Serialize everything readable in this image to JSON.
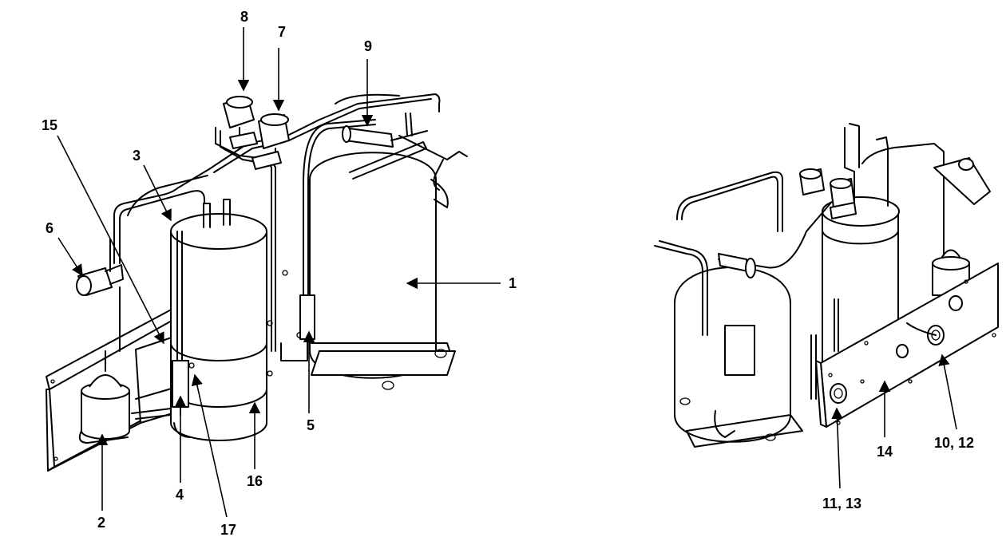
{
  "callouts": {
    "c1": "1",
    "c2": "2",
    "c3": "3",
    "c4": "4",
    "c5": "5",
    "c6": "6",
    "c7": "7",
    "c8": "8",
    "c9": "9",
    "c10_12": "10, 12",
    "c11_13": "11, 13",
    "c14": "14",
    "c15": "15",
    "c16": "16",
    "c17": "17"
  }
}
